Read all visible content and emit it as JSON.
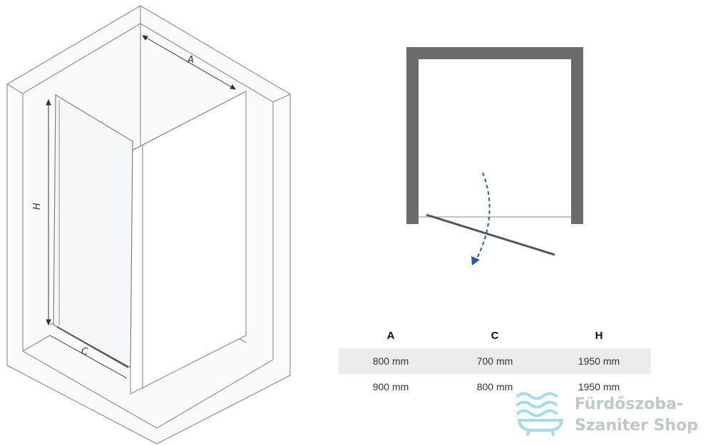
{
  "isometric": {
    "labels": {
      "a": "A",
      "h": "H",
      "c": "C"
    }
  },
  "plan": {
    "wall_color": "#6b6b6b",
    "arrow_color": "#1f5fa8",
    "glass_color": "#555555"
  },
  "table": {
    "headers": [
      "A",
      "C",
      "H"
    ],
    "rows": [
      [
        "800 mm",
        "700 mm",
        "1950 mm"
      ],
      [
        "900 mm",
        "800 mm",
        "1950 mm"
      ]
    ]
  },
  "watermark": {
    "line1": "Fürdőszoba-",
    "line2": "Szaniter Shop",
    "icon": "water-waves-icon"
  }
}
